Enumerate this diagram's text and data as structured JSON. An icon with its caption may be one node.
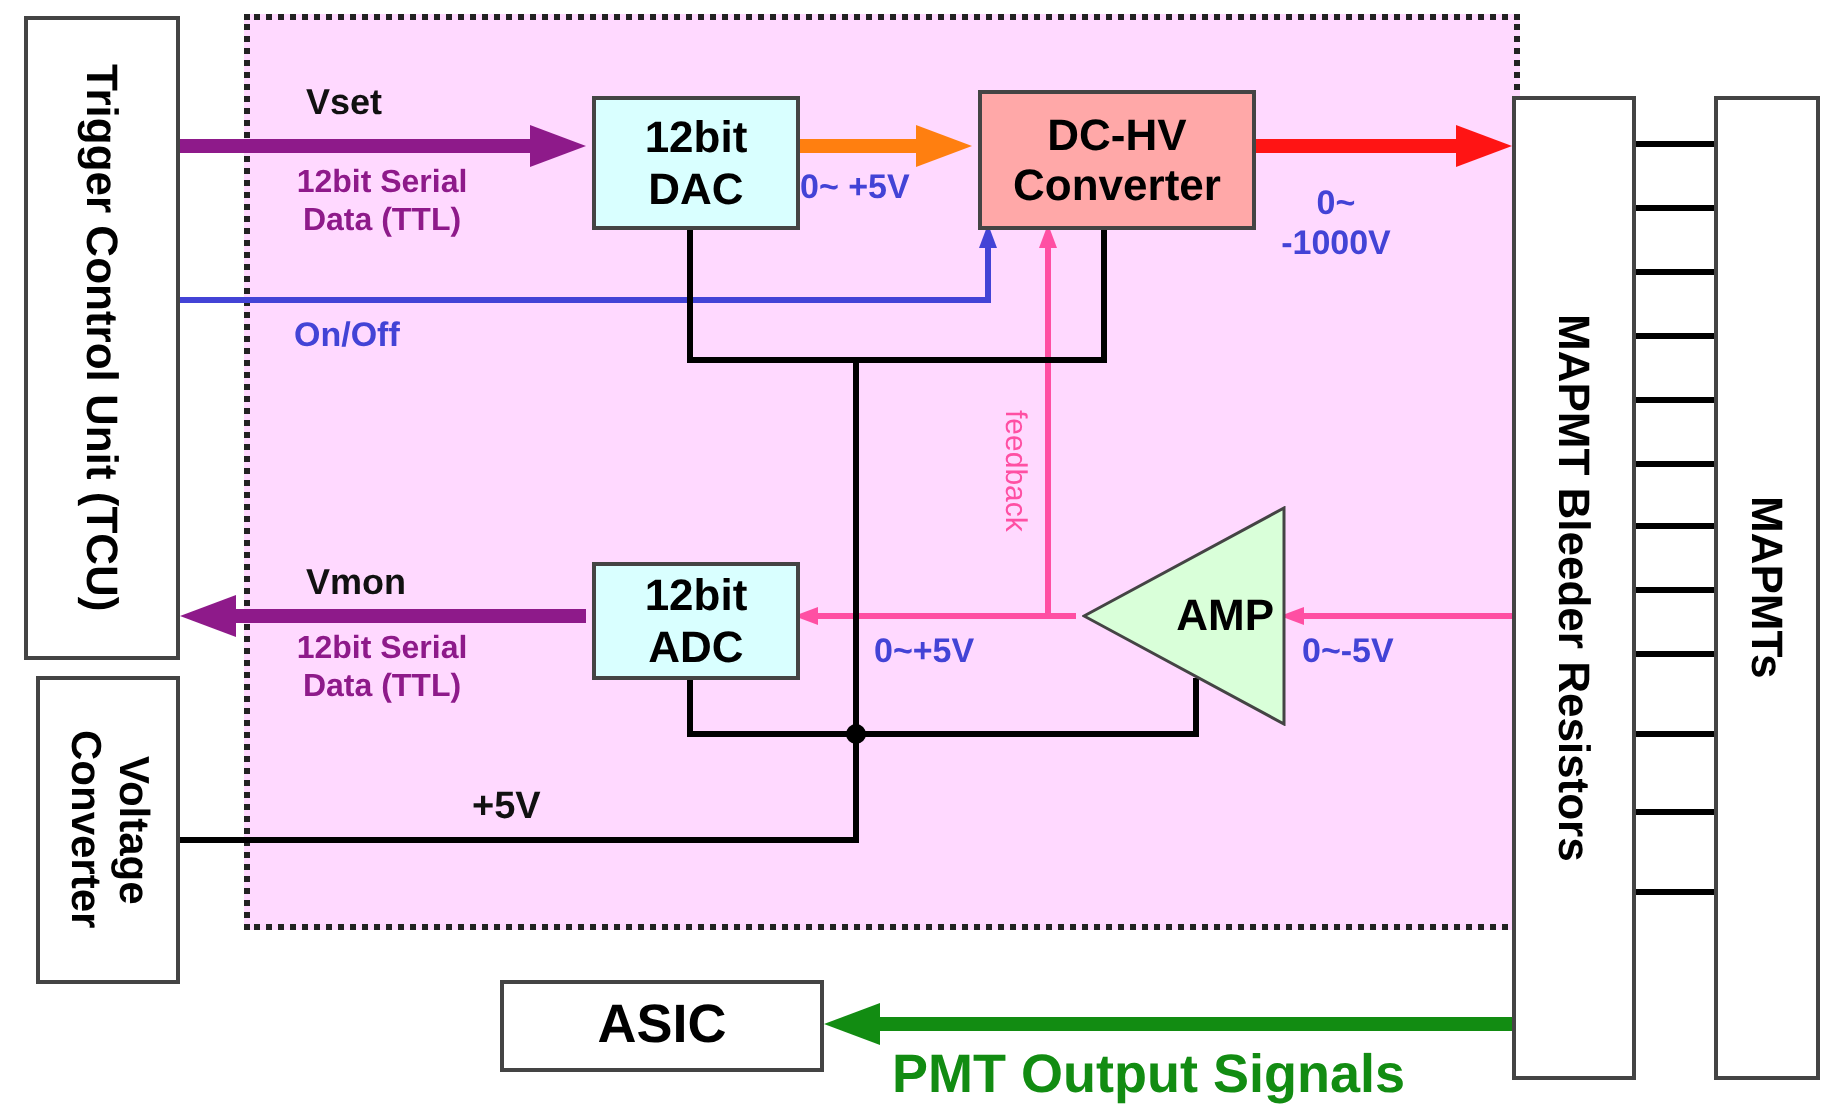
{
  "diagram": {
    "nodes": [
      {
        "text": [
          "Trigger Control Unit (TCU)"
        ]
      },
      {
        "text": [
          "Voltage Converter"
        ]
      },
      {
        "text": [],
        "shape": "box"
      },
      {
        "text": [
          "12bit DAC"
        ],
        "in": 2
      },
      {
        "text": [
          "DC-HV Converter"
        ],
        "in": 2
      },
      {
        "text": [
          "12bit ADC"
        ],
        "in": 2
      },
      {
        "text": [
          "AMP"
        ],
        "in": 2
      },
      {
        "text": [
          "MAPMT Bleeder Resistors"
        ]
      },
      {
        "text": [
          "MAPMTs"
        ]
      },
      {
        "text": [
          "ASIC"
        ]
      }
    ],
    "edges": [
      {
        "from": 0,
        "to": 3,
        "arrow": "to",
        "label": "Vset",
        "style": "thick",
        "color": "#8e1a8a"
      },
      {
        "from": 3,
        "to": 4,
        "arrow": "to",
        "label": "0~ +5V",
        "style": "thick",
        "color": "#ff7f10"
      },
      {
        "from": 0,
        "to": 4,
        "arrow": "to",
        "label": "On/Off",
        "color": "#4343d6"
      },
      {
        "from": 4,
        "to": 7,
        "arrow": "to",
        "label": "0~ -1000V",
        "style": "thick",
        "color": "#ff1414"
      },
      {
        "from": 7,
        "to": 6,
        "arrow": "to",
        "label": "0~-5V",
        "color": "#ff4fa3"
      },
      {
        "from": 6,
        "to": 5,
        "arrow": "to",
        "label": "0~+5V",
        "color": "#ff4fa3"
      },
      {
        "from": 6,
        "to": 4,
        "arrow": "to",
        "label": "feedback",
        "color": "#ff4fa3"
      },
      {
        "from": 5,
        "to": 0,
        "arrow": "to",
        "label": "Vmon",
        "style": "thick",
        "color": "#8e1a8a"
      },
      {
        "from": 1,
        "to": 3,
        "arrow": "none",
        "label": "+5V"
      },
      {
        "from": 1,
        "to": 4,
        "arrow": "none"
      },
      {
        "from": 1,
        "to": 5,
        "arrow": "none"
      },
      {
        "from": 1,
        "to": 6,
        "arrow": "none"
      },
      {
        "from": 7,
        "to": 9,
        "arrow": "to",
        "label": "PMT Output Signals",
        "style": "thick",
        "color": "#128c12"
      },
      {
        "from": 7,
        "to": 8,
        "arrow": "none"
      },
      {
        "from": 7,
        "to": 8,
        "arrow": "none"
      },
      {
        "from": 7,
        "to": 8,
        "arrow": "none"
      },
      {
        "from": 7,
        "to": 8,
        "arrow": "none"
      },
      {
        "from": 7,
        "to": 8,
        "arrow": "none"
      },
      {
        "from": 7,
        "to": 8,
        "arrow": "none"
      },
      {
        "from": 7,
        "to": 8,
        "arrow": "none"
      },
      {
        "from": 7,
        "to": 8,
        "arrow": "none"
      },
      {
        "from": 7,
        "to": 8,
        "arrow": "none"
      },
      {
        "from": 7,
        "to": 8,
        "arrow": "none"
      },
      {
        "from": 7,
        "to": 8,
        "arrow": "none"
      },
      {
        "from": 7,
        "to": 8,
        "arrow": "none"
      }
    ],
    "labels": [
      "12bit Serial Data (TTL)",
      "12bit Serial Data (TTL)"
    ]
  }
}
